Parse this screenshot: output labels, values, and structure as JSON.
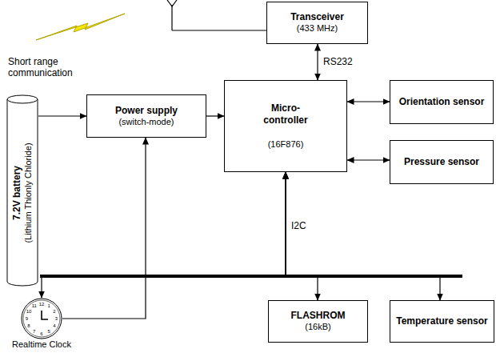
{
  "diagram": {
    "nodes": [
      {
        "text": [
          "Transceiver",
          "(433 MHz)"
        ]
      },
      {
        "text": [
          "7.2V battery",
          "(Lithium Thionly Chloride)"
        ]
      },
      {
        "text": [
          "Power supply",
          "(switch-mode)"
        ]
      },
      {
        "text": [
          "Micro- controller",
          "(16F876)"
        ]
      },
      {
        "text": [
          "Orientation sensor"
        ]
      },
      {
        "text": [
          "Pressure sensor"
        ]
      },
      {
        "text": [
          "Realtime Clock"
        ]
      },
      {
        "text": [
          "FLASHROM",
          "(16kB)"
        ]
      },
      {
        "text": [
          "Temperature sensor"
        ]
      }
    ],
    "edges": [
      {
        "from": 0,
        "to": 3,
        "label": "RS232",
        "arrow": "both"
      },
      {
        "from": 1,
        "to": 2,
        "arrow": "to"
      },
      {
        "from": 2,
        "to": 3,
        "arrow": "to"
      },
      {
        "from": 3,
        "to": 4,
        "arrow": "both"
      },
      {
        "from": 3,
        "to": 5,
        "arrow": "both"
      },
      {
        "from": 3,
        "to": 6,
        "arrow": "both"
      },
      {
        "from": 3,
        "to": 7,
        "label": "I2C",
        "arrow": "both"
      },
      {
        "from": 3,
        "to": 8,
        "arrow": "both"
      },
      {
        "from": 6,
        "to": 2,
        "arrow": "to"
      }
    ],
    "labels": [
      "Short range communication",
      "12",
      "1",
      "2",
      "3",
      "4",
      "5",
      "6",
      "7",
      "8",
      "9",
      "10",
      "11"
    ]
  }
}
